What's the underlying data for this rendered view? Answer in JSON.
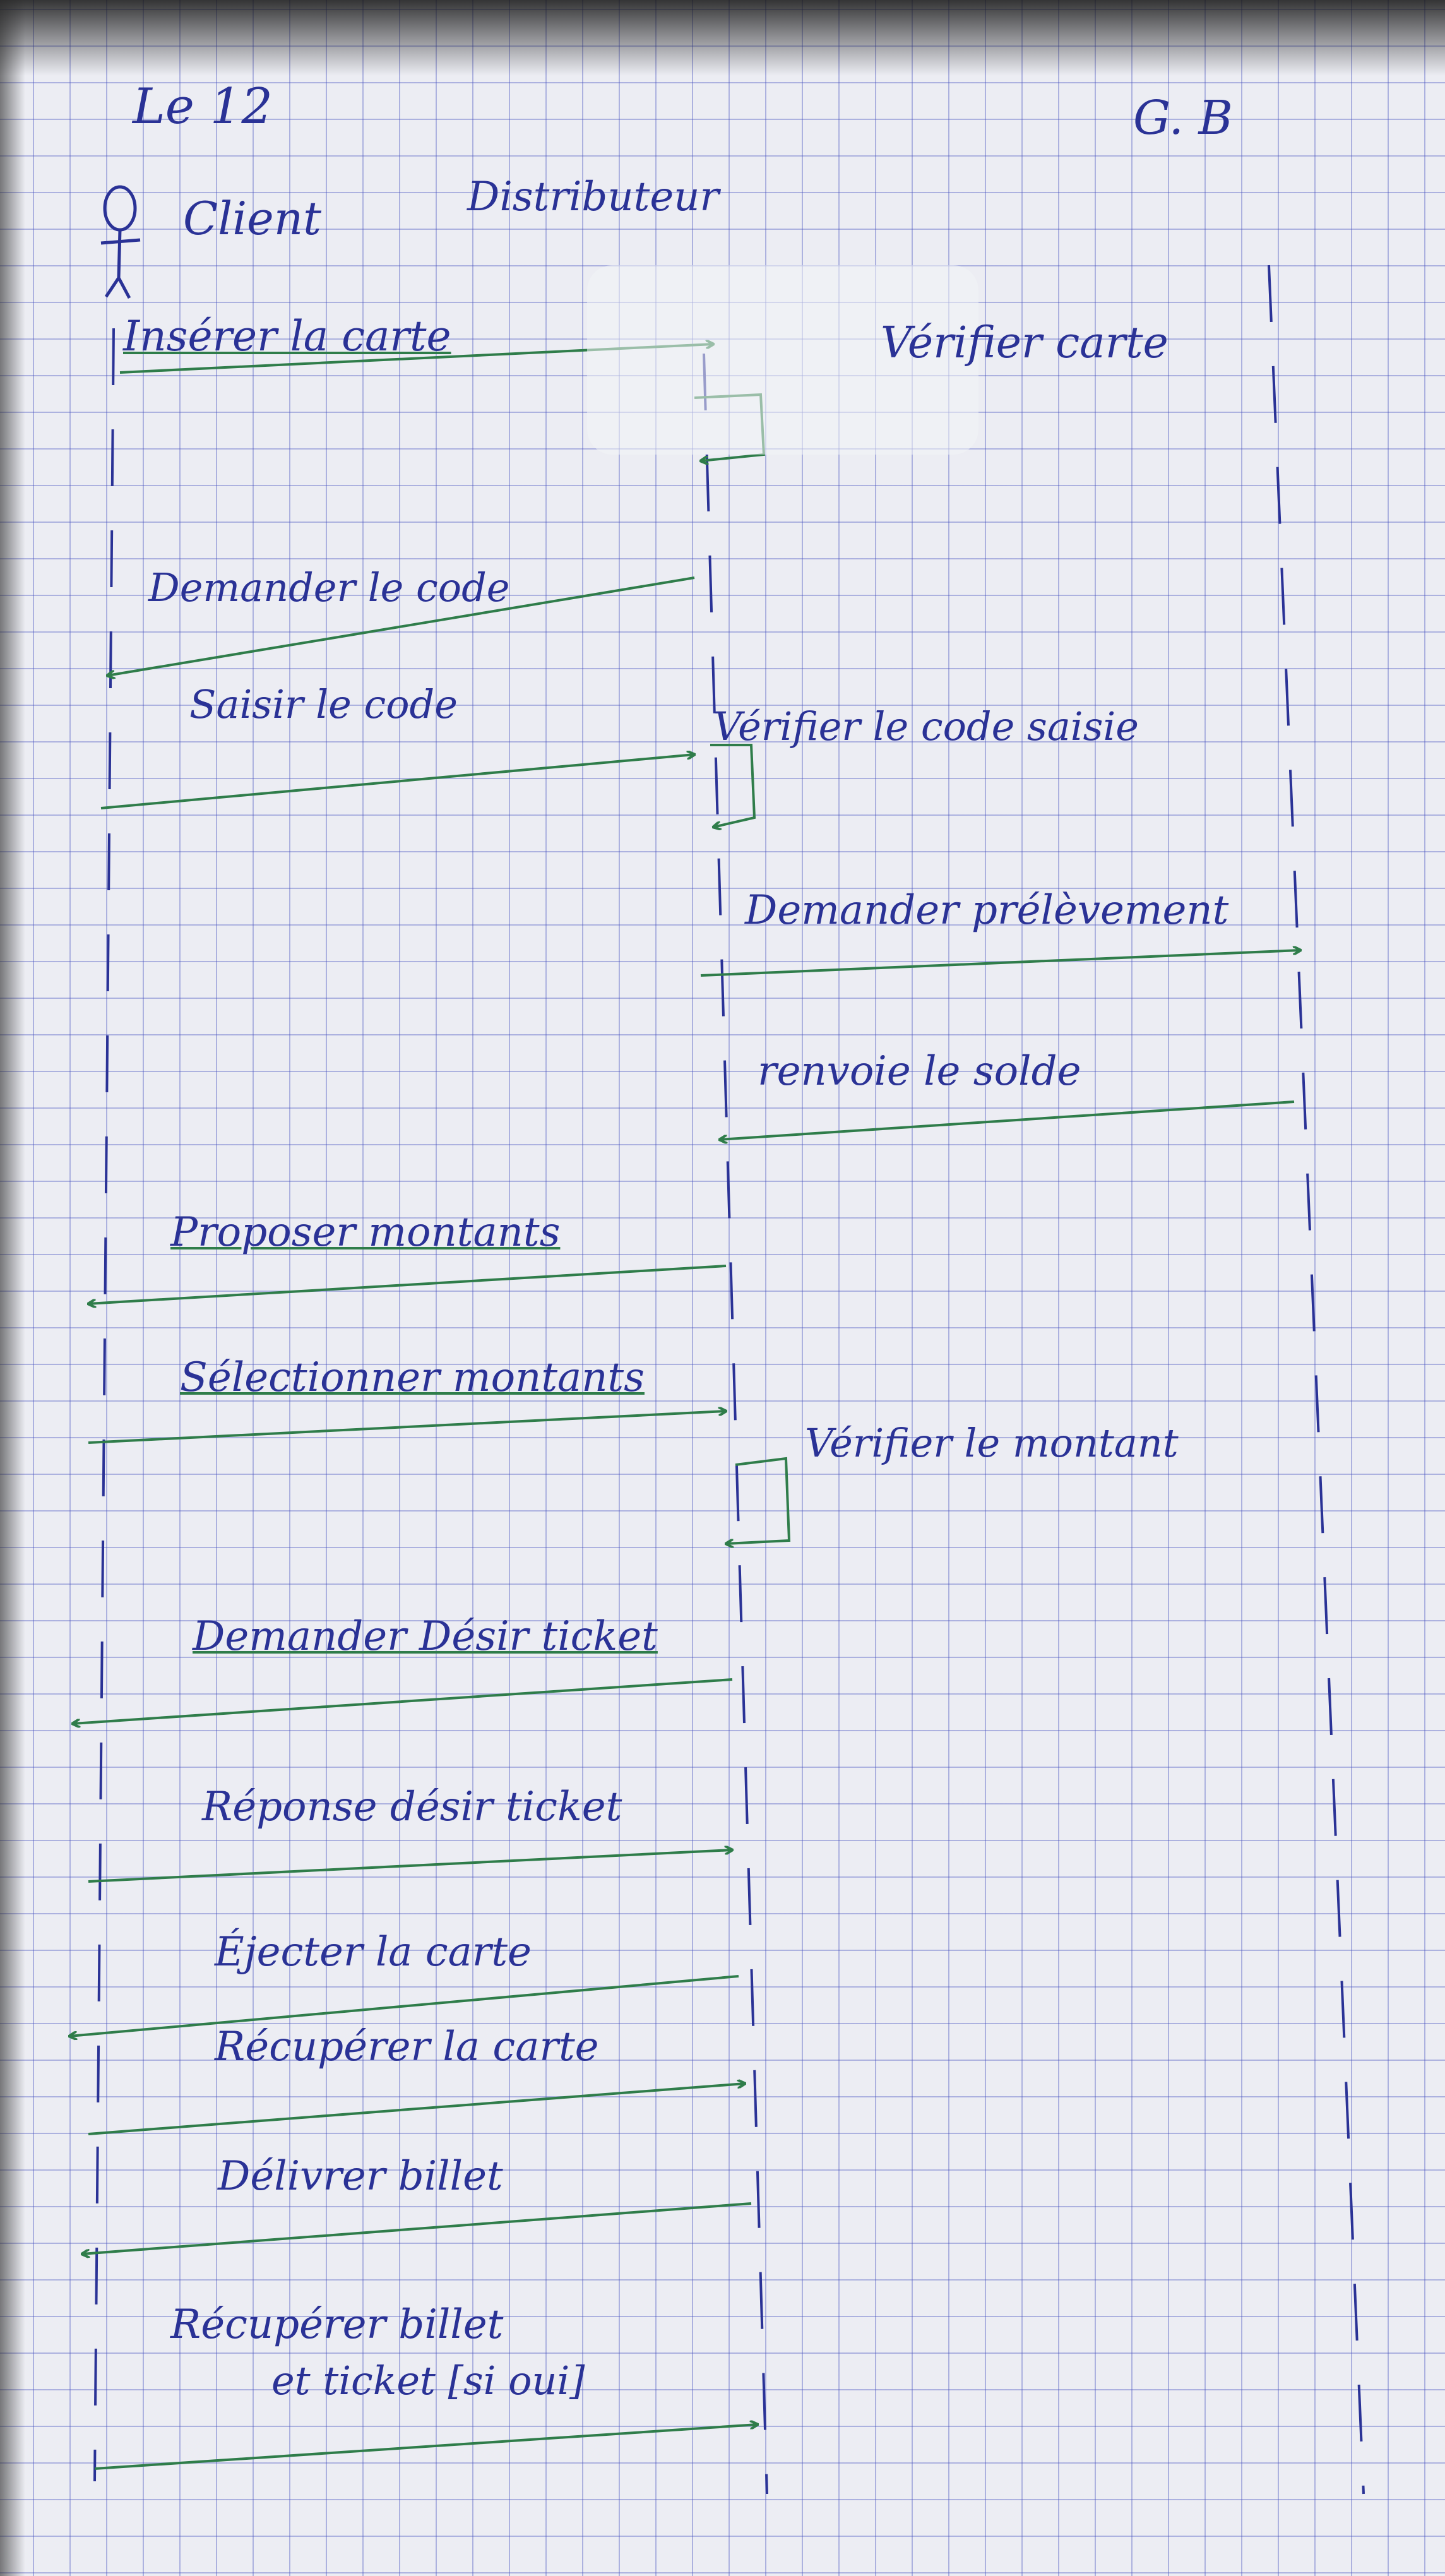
{
  "header": {
    "date": "Le 12",
    "initials": "G. B"
  },
  "participants": {
    "client": "Client",
    "distributeur": "Distributeur"
  },
  "messages": {
    "m1": "Insérer la carte",
    "m2": "Vérifier carte",
    "m3": "Demander le code",
    "m4": "Saisir le code",
    "m5": "Vérifier le code saisie",
    "m6": "Demander prélèvement",
    "m7": "renvoie le solde",
    "m8": "Proposer montants",
    "m9": "Sélectionner montants",
    "m10": "Vérifier le montant",
    "m11": "Demander Désir ticket",
    "m12": "Réponse désir ticket",
    "m13": "Éjecter la carte",
    "m14": "Récupérer la carte",
    "m15": "Délivrer billet",
    "m16_line1": "Récupérer billet",
    "m16_line2": "et ticket [si oui]"
  },
  "colors": {
    "ink_blue": "#2a3296",
    "ink_green": "#2f7d4a",
    "grid": "#4650be",
    "paper": "#ecedf3"
  }
}
